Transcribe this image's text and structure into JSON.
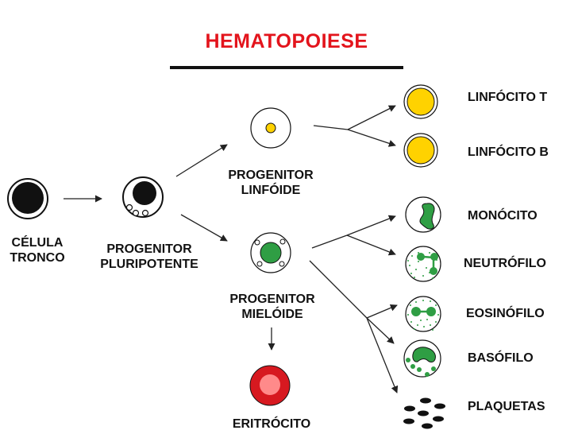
{
  "title": "HEMATOPOIESE",
  "colors": {
    "title": "#e3141c",
    "nucleus_dark": "#111111",
    "lymphocyte_yellow": "#ffd200",
    "myeloid_green": "#2f9e44",
    "erythrocyte_red": "#d71920",
    "erythrocyte_center": "#ff8a8a"
  },
  "labels": {
    "stem_cell": [
      "CÉLULA",
      "TRONCO"
    ],
    "pluripotent": [
      "PROGENITOR",
      "PLURIPOTENTE"
    ],
    "lymphoid": [
      "PROGENITOR",
      "LINFÓIDE"
    ],
    "myeloid": [
      "PROGENITOR",
      "MIELÓIDE"
    ],
    "erythrocyte": "ERITRÓCITO",
    "lymphocyte_t": "LINFÓCITO T",
    "lymphocyte_b": "LINFÓCITO B",
    "monocyte": "MONÓCITO",
    "neutrophil": "NEUTRÓFILO",
    "eosinophil": "EOSINÓFILO",
    "basophil": "BASÓFILO",
    "platelets": "PLAQUETAS"
  }
}
